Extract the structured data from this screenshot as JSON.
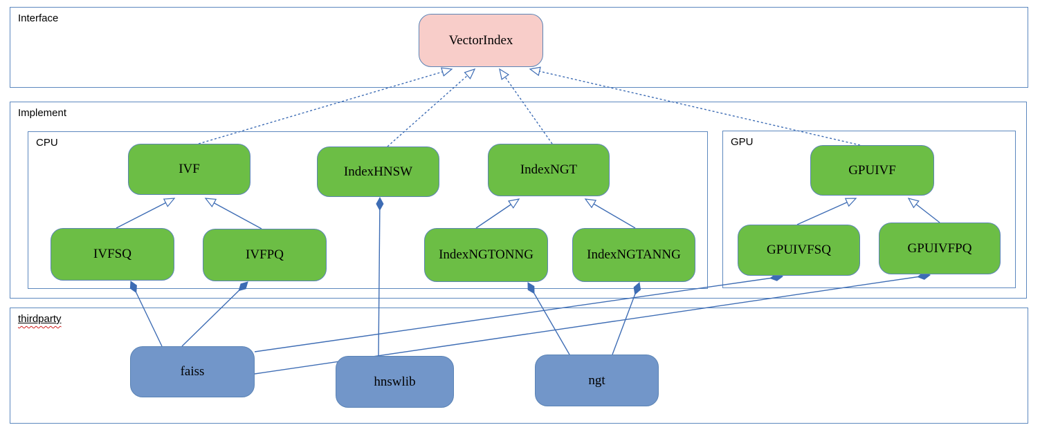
{
  "diagram": {
    "kind": "uml-class-diagram",
    "containers": [
      {
        "id": "interface",
        "label": "Interface",
        "spellcheck_underline": false
      },
      {
        "id": "implement",
        "label": "Implement",
        "spellcheck_underline": false
      },
      {
        "id": "cpu",
        "label": "CPU",
        "spellcheck_underline": false
      },
      {
        "id": "gpu",
        "label": "GPU",
        "spellcheck_underline": false
      },
      {
        "id": "thirdparty",
        "label": "thirdparty",
        "spellcheck_underline": true
      }
    ],
    "nodes": [
      {
        "id": "vectorindex",
        "label": "VectorIndex",
        "kind": "interface",
        "container": "interface"
      },
      {
        "id": "ivf",
        "label": "IVF",
        "kind": "implementation",
        "container": "cpu"
      },
      {
        "id": "indexhnsw",
        "label": "IndexHNSW",
        "kind": "implementation",
        "container": "cpu"
      },
      {
        "id": "indexngt",
        "label": "IndexNGT",
        "kind": "implementation",
        "container": "cpu"
      },
      {
        "id": "gpuivf",
        "label": "GPUIVF",
        "kind": "implementation",
        "container": "gpu"
      },
      {
        "id": "ivfsq",
        "label": "IVFSQ",
        "kind": "implementation",
        "container": "cpu"
      },
      {
        "id": "ivfpq",
        "label": "IVFPQ",
        "kind": "implementation",
        "container": "cpu"
      },
      {
        "id": "indexngtonng",
        "label": "IndexNGTONNG",
        "kind": "implementation",
        "container": "cpu"
      },
      {
        "id": "indexngtanng",
        "label": "IndexNGTANNG",
        "kind": "implementation",
        "container": "cpu"
      },
      {
        "id": "gpuivfsq",
        "label": "GPUIVFSQ",
        "kind": "implementation",
        "container": "gpu"
      },
      {
        "id": "gpuivfpq",
        "label": "GPUIVFPQ",
        "kind": "implementation",
        "container": "gpu"
      },
      {
        "id": "faiss",
        "label": "faiss",
        "kind": "thirdparty",
        "container": "thirdparty"
      },
      {
        "id": "hnswlib",
        "label": "hnswlib",
        "kind": "thirdparty",
        "container": "thirdparty"
      },
      {
        "id": "ngt",
        "label": "ngt",
        "kind": "thirdparty",
        "container": "thirdparty"
      }
    ],
    "edges": [
      {
        "from": "ivf",
        "to": "vectorindex",
        "type": "realization"
      },
      {
        "from": "indexhnsw",
        "to": "vectorindex",
        "type": "realization"
      },
      {
        "from": "indexngt",
        "to": "vectorindex",
        "type": "realization"
      },
      {
        "from": "gpuivf",
        "to": "vectorindex",
        "type": "realization"
      },
      {
        "from": "ivfsq",
        "to": "ivf",
        "type": "generalization"
      },
      {
        "from": "ivfpq",
        "to": "ivf",
        "type": "generalization"
      },
      {
        "from": "indexngtonng",
        "to": "indexngt",
        "type": "generalization"
      },
      {
        "from": "indexngtanng",
        "to": "indexngt",
        "type": "generalization"
      },
      {
        "from": "gpuivfsq",
        "to": "gpuivf",
        "type": "generalization"
      },
      {
        "from": "gpuivfpq",
        "to": "gpuivf",
        "type": "generalization"
      },
      {
        "from": "faiss",
        "to": "ivfsq",
        "type": "composition"
      },
      {
        "from": "faiss",
        "to": "ivfpq",
        "type": "composition"
      },
      {
        "from": "faiss",
        "to": "gpuivfsq",
        "type": "composition"
      },
      {
        "from": "faiss",
        "to": "gpuivfpq",
        "type": "composition"
      },
      {
        "from": "hnswlib",
        "to": "indexhnsw",
        "type": "composition"
      },
      {
        "from": "ngt",
        "to": "indexngtonng",
        "type": "composition"
      },
      {
        "from": "ngt",
        "to": "indexngtanng",
        "type": "composition"
      }
    ],
    "colors": {
      "interface_fill": "#f8cdc9",
      "implementation_fill": "#6cbe45",
      "thirdparty_fill": "#7296c9",
      "line": "#3d6cb4",
      "shape_border": "#5a83b5",
      "container_border": "#5b87be",
      "spellcheck_squiggle": "#d11a1a"
    }
  }
}
